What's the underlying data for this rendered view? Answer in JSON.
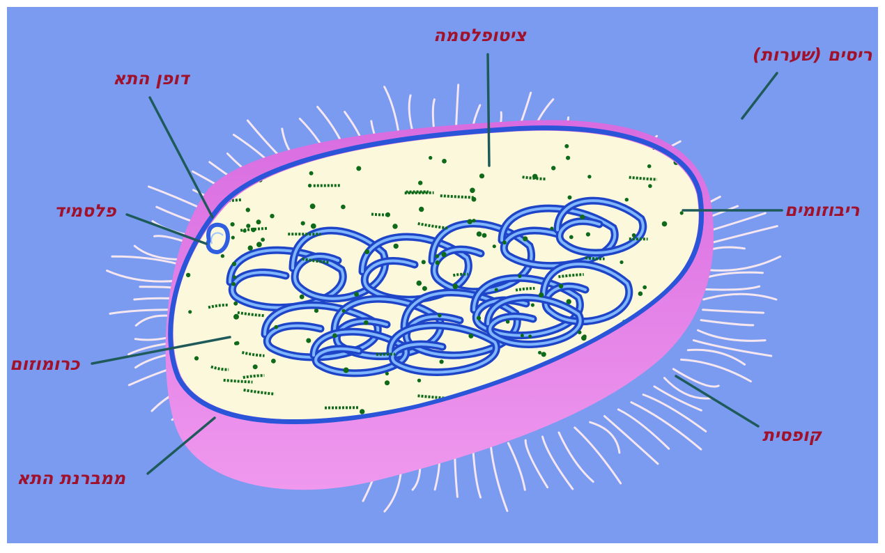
{
  "diagram": {
    "labels": {
      "cytoplasm": "ציטופלסמה",
      "cell_wall": "דופן התא",
      "pili": "ריסים (שערות)",
      "plasmid": "פלסמיד",
      "ribosomes": "ריבוזומים",
      "chromosome": "כרומוזום",
      "capsule": "קופסית",
      "cell_membrane": "ממברנת התא"
    },
    "colors": {
      "background": "#7a9bf0",
      "capsule": "#e27fe6",
      "cell_wall": "#2a55d8",
      "cytoplasm": "#fbf8dc",
      "chromosome": "#2f5fe0",
      "ribosome": "#0f6a19",
      "pili": "#f5e6f0",
      "label_text": "#a0112b",
      "leader_line": "#1f5a5a"
    }
  }
}
